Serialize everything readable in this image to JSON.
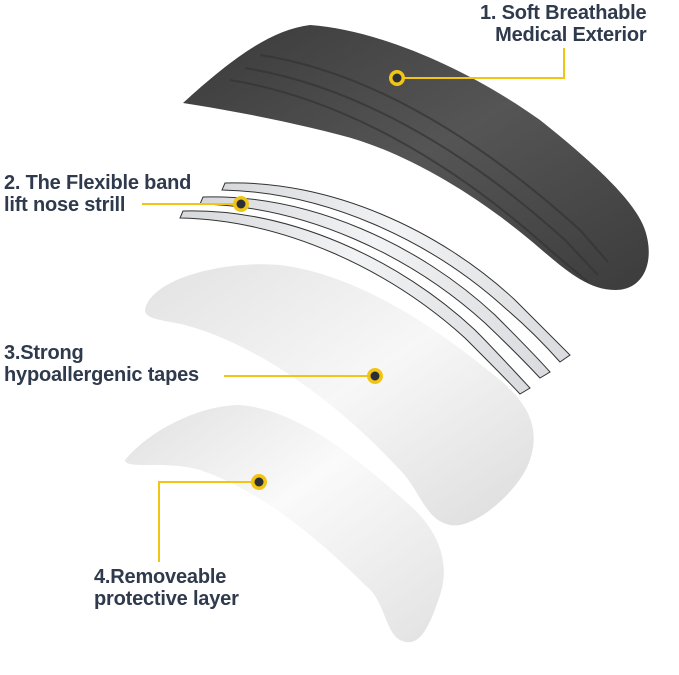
{
  "diagram": {
    "type": "exploded-product-layers",
    "colors": {
      "callout_line": "#f2c515",
      "marker_ring": "#f2c515",
      "marker_center": "#2b2f36",
      "label_text": "#2f3a4d",
      "exterior_fill": "#4a4a4a",
      "band_fill": "#e6e8ea",
      "tape_fill": "#eeeeee",
      "protective_fill": "#f3f3f3"
    },
    "layers": [
      {
        "id": 1,
        "line1": "1. Soft Breathable",
        "line2": "Medical Exterior"
      },
      {
        "id": 2,
        "line1": "2. The Flexible band",
        "line2": "lift nose strill"
      },
      {
        "id": 3,
        "line1": "3.Strong",
        "line2": "hypoallergenic tapes"
      },
      {
        "id": 4,
        "line1": "4.Removeable",
        "line2": "protective layer"
      }
    ]
  }
}
